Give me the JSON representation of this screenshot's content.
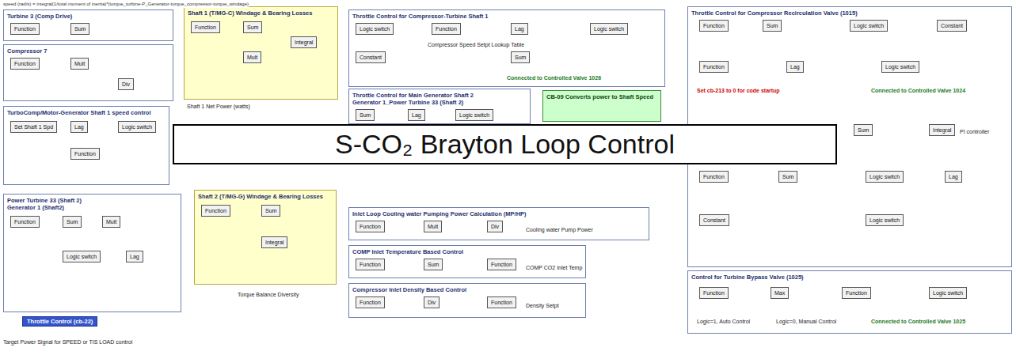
{
  "diagram": {
    "title": "S-CO₂ Brayton Loop Control",
    "nodes": [
      {
        "text": [
          "Turbine 3 (Comp Drive)"
        ]
      },
      {
        "text": [
          "Function"
        ],
        "in": 0
      },
      {
        "text": [
          "Sum"
        ],
        "in": 0
      },
      {
        "text": [
          "Compressor 7"
        ]
      },
      {
        "text": [
          "Function"
        ],
        "in": 3
      },
      {
        "text": [
          "Mult"
        ],
        "in": 3
      },
      {
        "text": [
          "Div"
        ],
        "in": 3
      },
      {
        "text": [
          "Shaft 1 (T/MG-C) Windage & Bearing Losses"
        ]
      },
      {
        "text": [
          "Function"
        ],
        "in": 7
      },
      {
        "text": [
          "Sum"
        ],
        "in": 7
      },
      {
        "text": [
          "Mult"
        ],
        "in": 7
      },
      {
        "text": [
          "Integral"
        ],
        "in": 7
      },
      {
        "text": [
          "TurboComp/Motor-Generator Shaft 1 speed control"
        ]
      },
      {
        "text": [
          "Set Shaft 1 Spd"
        ],
        "in": 12
      },
      {
        "text": [
          "Lag"
        ],
        "in": 12
      },
      {
        "text": [
          "Logic switch"
        ],
        "in": 12
      },
      {
        "text": [
          "Function"
        ],
        "in": 12
      },
      {
        "text": [
          "Power Turbine 33 (Shaft 2)",
          "Generator 1 (Shaft2)"
        ]
      },
      {
        "text": [
          "Function"
        ],
        "in": 17
      },
      {
        "text": [
          "Sum"
        ],
        "in": 17
      },
      {
        "text": [
          "Mult"
        ],
        "in": 17
      },
      {
        "text": [
          "Logic switch"
        ],
        "in": 17
      },
      {
        "text": [
          "Lag"
        ],
        "in": 17
      },
      {
        "text": [
          "Shaft 2 (T/MG-G) Windage & Bearing Losses"
        ]
      },
      {
        "text": [
          "Function"
        ],
        "in": 23
      },
      {
        "text": [
          "Sum"
        ],
        "in": 23
      },
      {
        "text": [
          "Integral"
        ],
        "in": 23
      },
      {
        "text": [
          "Throttle Control (cb-22)"
        ]
      },
      {
        "text": [
          "Throttle Control for Compressor-Turbine Shaft 1"
        ]
      },
      {
        "text": [
          "Logic switch"
        ],
        "in": 28
      },
      {
        "text": [
          "Function"
        ],
        "in": 28
      },
      {
        "text": [
          "Lag"
        ],
        "in": 28
      },
      {
        "text": [
          "Logic switch"
        ],
        "in": 28
      },
      {
        "text": [
          "Constant"
        ],
        "in": 28
      },
      {
        "text": [
          "Sum"
        ],
        "in": 28
      },
      {
        "text": [
          "Throttle Control for Main Generator Shaft 2",
          "Generator 1_Power Turbine 33 (Shaft 2)"
        ]
      },
      {
        "text": [
          "Sum"
        ],
        "in": 35
      },
      {
        "text": [
          "Lag"
        ],
        "in": 35
      },
      {
        "text": [
          "Logic switch"
        ],
        "in": 35
      },
      {
        "text": [
          "CB-09 Converts power to Shaft Speed"
        ]
      },
      {
        "text": [
          "Inlet Loop Cooling water Pumping Power Calculation (MP/HP)"
        ]
      },
      {
        "text": [
          "Function"
        ],
        "in": 40
      },
      {
        "text": [
          "Mult"
        ],
        "in": 40
      },
      {
        "text": [
          "Div"
        ],
        "in": 40
      },
      {
        "text": [
          "COMP Inlet Temperature Based Control"
        ]
      },
      {
        "text": [
          "Function"
        ],
        "in": 44
      },
      {
        "text": [
          "Sum"
        ],
        "in": 44
      },
      {
        "text": [
          "Function"
        ],
        "in": 44
      },
      {
        "text": [
          "Compressor Inlet Density Based Control"
        ]
      },
      {
        "text": [
          "Function"
        ],
        "in": 48
      },
      {
        "text": [
          "Div"
        ],
        "in": 48
      },
      {
        "text": [
          "Function"
        ],
        "in": 48
      },
      {
        "text": [
          "Throttle Control for Compressor Recirculation Valve (1015)"
        ]
      },
      {
        "text": [
          "Function"
        ],
        "in": 52
      },
      {
        "text": [
          "Sum"
        ],
        "in": 52
      },
      {
        "text": [
          "Logic switch"
        ],
        "in": 52
      },
      {
        "text": [
          "Constant"
        ],
        "in": 52
      },
      {
        "text": [
          "Function"
        ],
        "in": 52
      },
      {
        "text": [
          "Lag"
        ],
        "in": 52
      },
      {
        "text": [
          "Logic switch"
        ],
        "in": 52
      },
      {
        "text": [
          "Sum"
        ],
        "in": 52
      },
      {
        "text": [
          "Integral"
        ],
        "in": 52
      },
      {
        "text": [
          "Function"
        ],
        "in": 52
      },
      {
        "text": [
          "Sum"
        ],
        "in": 52
      },
      {
        "text": [
          "Logic switch"
        ],
        "in": 52
      },
      {
        "text": [
          "Lag"
        ],
        "in": 52
      },
      {
        "text": [
          "Constant"
        ],
        "in": 52
      },
      {
        "text": [
          "Logic switch"
        ],
        "in": 52
      },
      {
        "text": [
          "Control for Turbine Bypass Valve (1025)"
        ]
      },
      {
        "text": [
          "Function"
        ],
        "in": 68
      },
      {
        "text": [
          "Max"
        ],
        "in": 68
      },
      {
        "text": [
          "Function"
        ],
        "in": 68
      },
      {
        "text": [
          "Logic switch"
        ],
        "in": 68
      }
    ],
    "edges": [
      {
        "from": 1,
        "to": 2,
        "arrow": "to"
      },
      {
        "from": 4,
        "to": 5,
        "arrow": "to"
      },
      {
        "from": 5,
        "to": 6,
        "arrow": "to"
      },
      {
        "from": 8,
        "to": 9,
        "arrow": "to"
      },
      {
        "from": 9,
        "to": 11,
        "arrow": "to"
      },
      {
        "from": 10,
        "to": 11,
        "arrow": "to"
      },
      {
        "from": 13,
        "to": 14,
        "arrow": "to"
      },
      {
        "from": 14,
        "to": 15,
        "arrow": "to"
      },
      {
        "from": 16,
        "to": 15,
        "arrow": "to"
      },
      {
        "from": 18,
        "to": 19,
        "arrow": "to"
      },
      {
        "from": 19,
        "to": 20,
        "arrow": "to"
      },
      {
        "from": 21,
        "to": 22,
        "arrow": "to"
      },
      {
        "from": 24,
        "to": 25,
        "arrow": "to"
      },
      {
        "from": 25,
        "to": 26,
        "arrow": "to"
      },
      {
        "from": 29,
        "to": 30,
        "arrow": "to"
      },
      {
        "from": 30,
        "to": 31,
        "arrow": "to"
      },
      {
        "from": 31,
        "to": 32,
        "arrow": "to"
      },
      {
        "from": 33,
        "to": 34,
        "arrow": "to"
      },
      {
        "from": 34,
        "to": 32,
        "arrow": "to"
      },
      {
        "from": 36,
        "to": 37,
        "arrow": "to"
      },
      {
        "from": 37,
        "to": 38,
        "arrow": "to"
      },
      {
        "from": 41,
        "to": 42,
        "arrow": "to"
      },
      {
        "from": 42,
        "to": 43,
        "arrow": "to"
      },
      {
        "from": 45,
        "to": 46,
        "arrow": "to"
      },
      {
        "from": 46,
        "to": 47,
        "arrow": "to"
      },
      {
        "from": 49,
        "to": 50,
        "arrow": "to"
      },
      {
        "from": 50,
        "to": 51,
        "arrow": "to"
      },
      {
        "from": 53,
        "to": 54,
        "arrow": "to"
      },
      {
        "from": 54,
        "to": 55,
        "arrow": "to"
      },
      {
        "from": 55,
        "to": 56,
        "arrow": "to"
      },
      {
        "from": 57,
        "to": 58,
        "arrow": "to"
      },
      {
        "from": 58,
        "to": 59,
        "arrow": "to"
      },
      {
        "from": 60,
        "to": 61,
        "arrow": "to"
      },
      {
        "from": 62,
        "to": 63,
        "arrow": "to"
      },
      {
        "from": 63,
        "to": 64,
        "arrow": "to"
      },
      {
        "from": 64,
        "to": 65,
        "arrow": "to"
      },
      {
        "from": 66,
        "to": 67,
        "arrow": "to"
      },
      {
        "from": 69,
        "to": 70,
        "arrow": "to"
      },
      {
        "from": 70,
        "to": 71,
        "arrow": "to"
      },
      {
        "from": 71,
        "to": 72,
        "arrow": "to"
      }
    ],
    "labels": [
      "speed (rad/s) = integral(1/total moment of inertia)*(torque_turbine-P_Generator-torque_compressor-torque_windage)",
      "Shaft 1 Net Power (watts)",
      "Torque Balance Diversity",
      "Connected to Controlled Valve 1026",
      "Connected to Controlled Valve 1024",
      "Set cb-213 to 0 for code startup",
      "Connected to Controlled Valve 1025",
      "Logic=1, Auto Control",
      "Logic=0, Manual Control",
      "PI controller",
      "Compressor Speed Setpt Lookup Table",
      "Density Setpt",
      "COMP CO2 Inlet Temp",
      "Cooling water Pump Power",
      "Target Power Signal for SPEED or TIS LOAD control"
    ]
  }
}
